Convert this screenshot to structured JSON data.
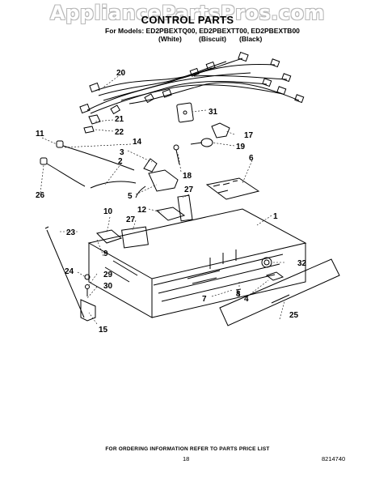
{
  "watermark": "AppliancePartsPros.com",
  "title": "CONTROL PARTS",
  "models_line": "For Models: ED2PBEXTQ00, ED2PBEXTT00, ED2PBEXTB00",
  "variants": [
    "(White)",
    "(Biscuit)",
    "(Black)"
  ],
  "callouts": [
    "20",
    "31",
    "21",
    "22",
    "17",
    "19",
    "11",
    "14",
    "3",
    "6",
    "2",
    "18",
    "26",
    "5",
    "27",
    "10",
    "12",
    "1",
    "27",
    "23",
    "9",
    "24",
    "29",
    "30",
    "32",
    "8",
    "7",
    "4",
    "25",
    "15"
  ],
  "footer": {
    "ordering_note": "FOR ORDERING INFORMATION REFER TO PARTS PRICE LIST",
    "page_number": "18",
    "part_number": "8214740"
  }
}
